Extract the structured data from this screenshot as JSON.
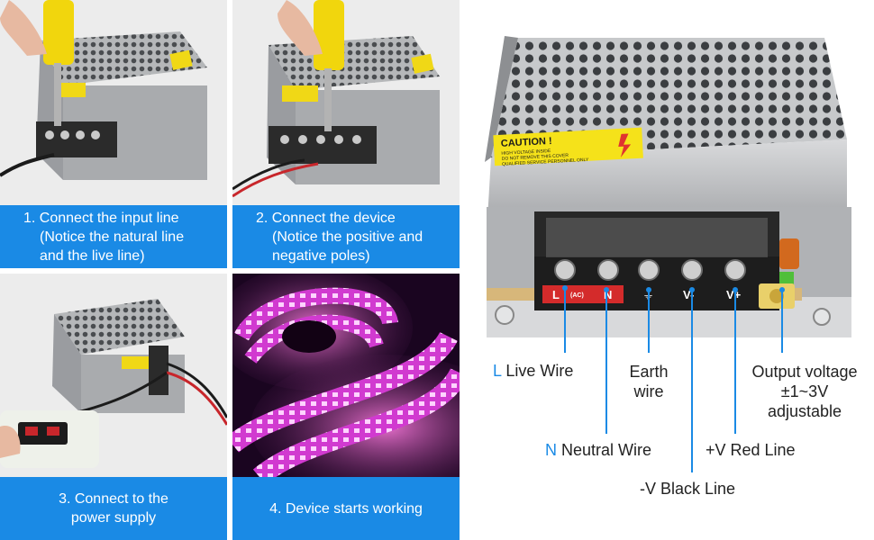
{
  "steps": [
    {
      "number": "1.",
      "line1": "Connect the input line",
      "line2": "(Notice the natural line",
      "line3": "and the live line)"
    },
    {
      "number": "2.",
      "line1": "Connect the device",
      "line2": "(Notice the positive and",
      "line3": "negative poles)"
    },
    {
      "line1": "3. Connect to the",
      "line2": "power supply"
    },
    {
      "line1": "4. Device starts working"
    }
  ],
  "device": {
    "caution_title": "CAUTION !",
    "caution_line1": "HIGH VOLTAGE INSIDE",
    "caution_line2": "DO NOT REMOVE THIS COVER",
    "caution_line3": "QUALIFIED SERVICE PERSONNEL ONLY",
    "terminals": [
      "L",
      "(AC)",
      "N",
      "⏚",
      "V-",
      "V+"
    ]
  },
  "callouts": {
    "live_letter": "L",
    "live_text": "Live Wire",
    "neutral_letter": "N",
    "neutral_text": "Neutral Wire",
    "earth_line1": "Earth",
    "earth_line2": "wire",
    "black_line": "-V Black Line",
    "red_line": "+V Red Line",
    "output_line1": "Output voltage",
    "output_line2": "±1~3V",
    "output_line3": "adjustable"
  },
  "colors": {
    "caption_bg": "#1a8ae5",
    "accent": "#1a8ae5",
    "caution_yellow": "#f5e21a",
    "terminal_red": "#d42b2b"
  }
}
